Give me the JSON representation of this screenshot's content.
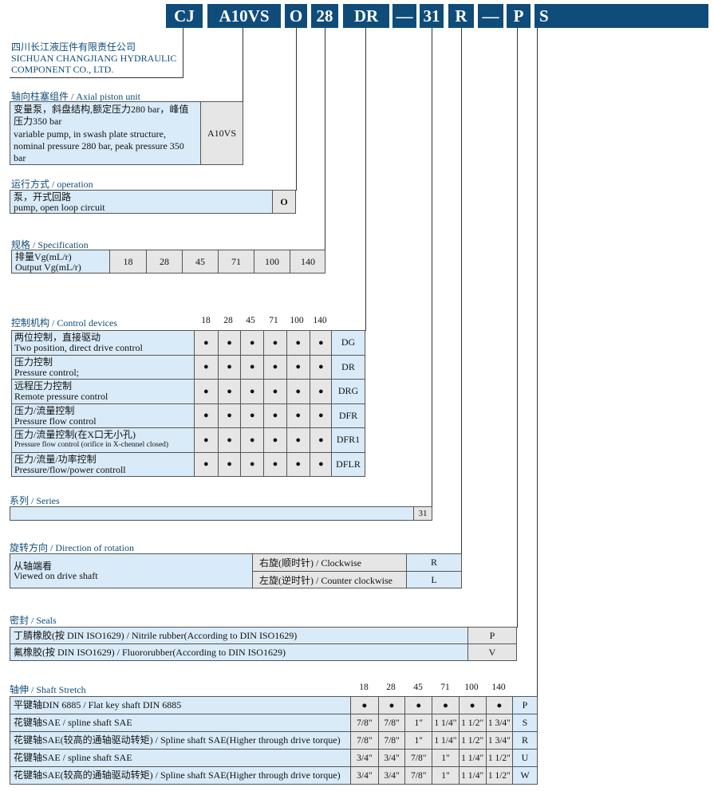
{
  "model_code": [
    "CJ",
    "A10VS",
    "O",
    "28",
    "DR",
    "—",
    "31",
    "R",
    "—",
    "P",
    "S"
  ],
  "company": {
    "cn": "四川长江液压件有限责任公司",
    "en1": "SICHUAN CHANGJIANG HYDRAULIC",
    "en2": "COMPONENT CO., LTD."
  },
  "axial": {
    "heading": "轴向柱塞组件 / Axial piston unit",
    "line1": "变量泵，斜盘结构,额定压力280 bar，峰值",
    "line2": "压力350 bar",
    "line3": "variable pump, in swash plate structure,",
    "line4": "nominal pressure 280 bar, peak pressure 350",
    "line5": "bar",
    "code": "A10VS"
  },
  "operation": {
    "heading": "运行方式 / operation",
    "line1": "泵，开式回路",
    "line2": "pump, open loop circuit",
    "code": "O"
  },
  "spec": {
    "heading": "规格 / Specification",
    "line1": "排量Vg(mL/r)",
    "line2": "Output Vg(mL/r)",
    "sizes": [
      "18",
      "28",
      "45",
      "71",
      "100",
      "140"
    ]
  },
  "control": {
    "heading": "控制机构 / Control devices",
    "sizes": [
      "18",
      "28",
      "45",
      "71",
      "100",
      "140"
    ],
    "rows": [
      {
        "cn": "两位控制，直接驱动",
        "en": "Two position, direct drive control",
        "code": "DG"
      },
      {
        "cn": "压力控制",
        "en": "Pressure control;",
        "code": "DR"
      },
      {
        "cn": "远程压力控制",
        "en": "Remote pressure control",
        "code": "DRG"
      },
      {
        "cn": "压力/流量控制",
        "en": "Pressure flow control",
        "code": "DFR"
      },
      {
        "cn": "压力/流量控制(在X口无小孔)",
        "en": "Pressure flow control (orifice in X-chennel closed)",
        "code": "DFR1"
      },
      {
        "cn": "压力/流量/功率控制",
        "en": "Pressure/flow/power controll",
        "code": "DFLR"
      }
    ],
    "dot": "●"
  },
  "series": {
    "heading": "系列 / Series",
    "code": "31"
  },
  "rotation": {
    "heading": "旋转方向 / Direction of rotation",
    "line1": "从轴端看",
    "line2": "Viewed on drive shaft",
    "cw": "右旋(顺时针) / Clockwise",
    "ccw": "左旋(逆时针) / Counter clockwise",
    "cw_code": "R",
    "ccw_code": "L"
  },
  "seals": {
    "heading": "密封 / Seals",
    "rows": [
      {
        "label": "丁腈橡胶(按 DIN  ISO1629)  / Nitrile rubber(According to DIN ISO1629)",
        "code": "P"
      },
      {
        "label": "氟橡胶(按 DIN  ISO1629) / Fluororubber(According to DIN ISO1629)",
        "code": "V"
      }
    ]
  },
  "shaft": {
    "heading": "轴伸 / Shaft Stretch",
    "sizes": [
      "18",
      "28",
      "45",
      "71",
      "100",
      "140"
    ],
    "rows": [
      {
        "label": "平键轴DIN 6885 / Flat key shaft DIN 6885",
        "vals": [
          "●",
          "●",
          "●",
          "●",
          "●",
          "●"
        ],
        "code": "P"
      },
      {
        "label": "花键轴SAE / spline shaft SAE",
        "vals": [
          "7/8\"",
          "7/8\"",
          "1\"",
          "1 1/4\"",
          "1 1/2\"",
          "1 3/4\""
        ],
        "code": "S"
      },
      {
        "label": "花键轴SAE(较高的通轴驱动转矩) / Spline shaft SAE(Higher through drive torque)",
        "vals": [
          "7/8\"",
          "7/8\"",
          "1\"",
          "1 1/4\"",
          "1 1/2\"",
          "1 3/4\""
        ],
        "code": "R"
      },
      {
        "label": "花键轴SAE / spline shaft SAE",
        "vals": [
          "3/4\"",
          "3/4\"",
          "7/8\"",
          "1\"",
          "1 1/4\"",
          "1 1/2\""
        ],
        "code": "U"
      },
      {
        "label": "花键轴SAE(较高的通轴驱动转矩) / Spline shaft SAE(Higher through drive torque)",
        "vals": [
          "3/4\"",
          "3/4\"",
          "7/8\"",
          "1\"",
          "1 1/4\"",
          "1 1/2\""
        ],
        "code": "W"
      }
    ]
  },
  "colors": {
    "brand": "#0f4c7a",
    "cell_blue": "#d9ebf8",
    "cell_grey": "#e6e6e6"
  }
}
